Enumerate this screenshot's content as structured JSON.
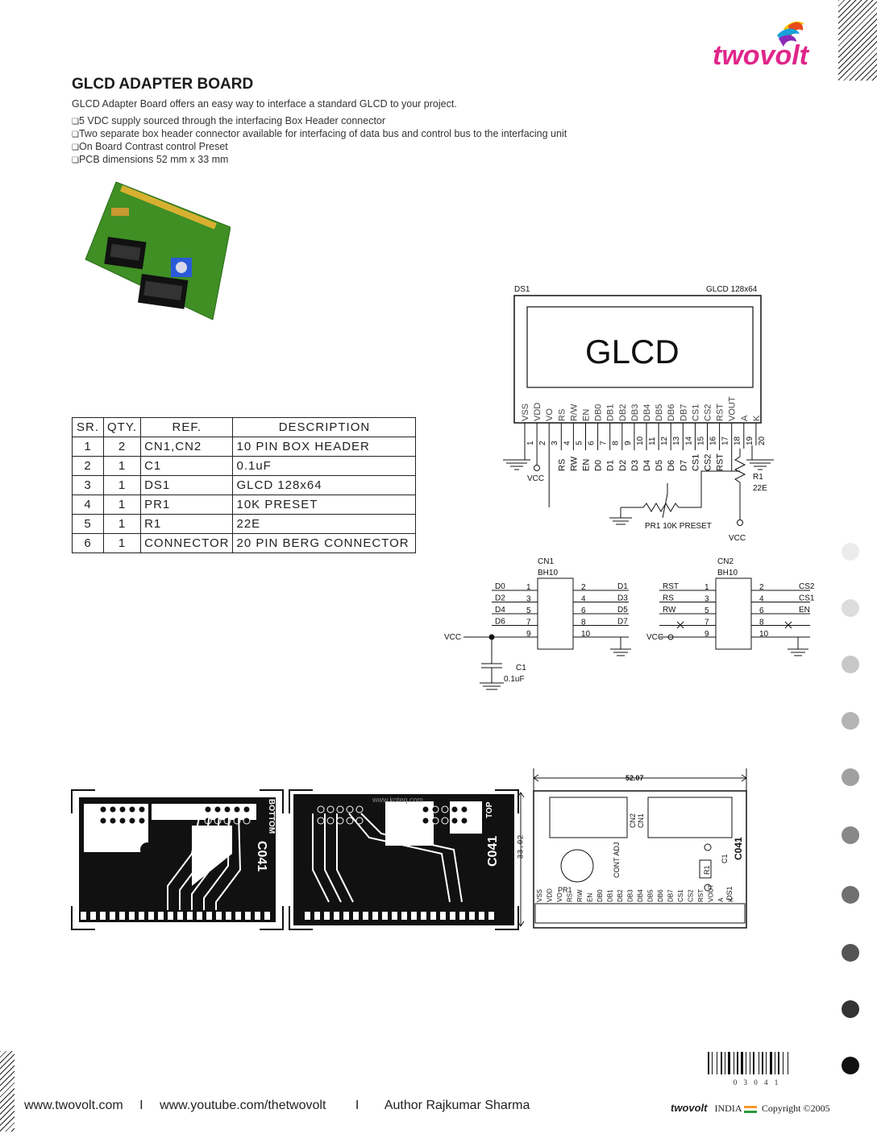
{
  "brand": {
    "logo_text": "twovolt"
  },
  "title": "GLCD ADAPTER BOARD",
  "intro": "GLCD Adapter Board offers an easy way to interface a standard GLCD to your project.",
  "features": [
    "5 VDC supply sourced through the interfacing Box Header connector",
    "Two separate box header connector available for interfacing of data bus and control bus to the interfacing unit",
    "On Board Contrast control Preset",
    "PCB dimensions 52 mm x 33 mm"
  ],
  "bom": {
    "headers": [
      "SR.",
      "QTY.",
      "REF.",
      "DESCRIPTION"
    ],
    "rows": [
      [
        "1",
        "2",
        "CN1,CN2",
        "10 PIN BOX HEADER"
      ],
      [
        "2",
        "1",
        "C1",
        "0.1uF"
      ],
      [
        "3",
        "1",
        "DS1",
        "GLCD 128x64"
      ],
      [
        "4",
        "1",
        "PR1",
        "10K PRESET"
      ],
      [
        "5",
        "1",
        "R1",
        "22E"
      ],
      [
        "6",
        "1",
        "CONNECTOR",
        "20 PIN BERG CONNECTOR"
      ]
    ]
  },
  "schematic": {
    "ds_ref": "DS1",
    "ds_value": "GLCD 128x64",
    "display_label": "GLCD",
    "pin_names": [
      "VSS",
      "VDD",
      "VO",
      "RS",
      "R/W",
      "EN",
      "DB0",
      "DB1",
      "DB2",
      "DB3",
      "DB4",
      "DB5",
      "DB6",
      "DB7",
      "CS1",
      "CS2",
      "RST",
      "VOUT",
      "A",
      "K"
    ],
    "pin_numbers": [
      "1",
      "2",
      "3",
      "4",
      "5",
      "6",
      "7",
      "8",
      "9",
      "10",
      "11",
      "12",
      "13",
      "14",
      "15",
      "16",
      "17",
      "18",
      "19",
      "20"
    ],
    "net_labels": [
      "RS",
      "RW",
      "EN",
      "D0",
      "D1",
      "D2",
      "D3",
      "D4",
      "D5",
      "D6",
      "D7",
      "CS1",
      "CS2",
      "RST"
    ],
    "vcc": "VCC",
    "r1_ref": "R1",
    "r1_value": "22E",
    "pr1_label": "PR1   10K PRESET",
    "cn1": {
      "ref": "CN1",
      "type": "BH10",
      "left_nets": [
        "D0",
        "D2",
        "D4",
        "D6"
      ],
      "right_nets": [
        "D1",
        "D3",
        "D5",
        "D7"
      ],
      "left_pins": [
        "1",
        "3",
        "5",
        "7",
        "9"
      ],
      "right_pins": [
        "2",
        "4",
        "6",
        "8",
        "10"
      ]
    },
    "cn2": {
      "ref": "CN2",
      "type": "BH10",
      "left_nets": [
        "RST",
        "RS",
        "RW"
      ],
      "right_nets": [
        "CS2",
        "CS1",
        "EN"
      ],
      "left_pins": [
        "1",
        "3",
        "5",
        "7",
        "9"
      ],
      "right_pins": [
        "2",
        "4",
        "6",
        "8",
        "10"
      ]
    },
    "c1_ref": "C1",
    "c1_value": "0.1uF"
  },
  "pcb": {
    "bottom_label": "BOTTOM",
    "board_code": "C041",
    "top_label": "TOP",
    "watermark": "www.koteq.com",
    "width_dim": "52.07",
    "height_dim": "33.02",
    "silk_labels": [
      "CN2",
      "CN1",
      "CONT ADJ",
      "PR1",
      "R1",
      "C1",
      "DS1"
    ],
    "silk_pins": [
      "VSS",
      "VDD",
      "VO",
      "RS",
      "R\\W",
      "EN",
      "DB0",
      "DB1",
      "DB2",
      "DB3",
      "DB4",
      "DB5",
      "DB6",
      "DB7",
      "CS1",
      "CS2",
      "RST",
      "VOUT",
      "A",
      "K"
    ]
  },
  "barcode": "0 3 0 4 1",
  "footer": {
    "website": "www.twovolt.com",
    "sep": "I",
    "youtube": "www.youtube.com/thetwovolt",
    "author": "Author Rajkumar Sharma",
    "brand": "twovolt",
    "country": "INDIA",
    "copyright": "Copyright ©2005"
  },
  "colors": {
    "logo_magenta": "#e0268a",
    "logo_yellow": "#f5c400",
    "pcb_green": "#4a9a2a",
    "ink": "#111111"
  }
}
